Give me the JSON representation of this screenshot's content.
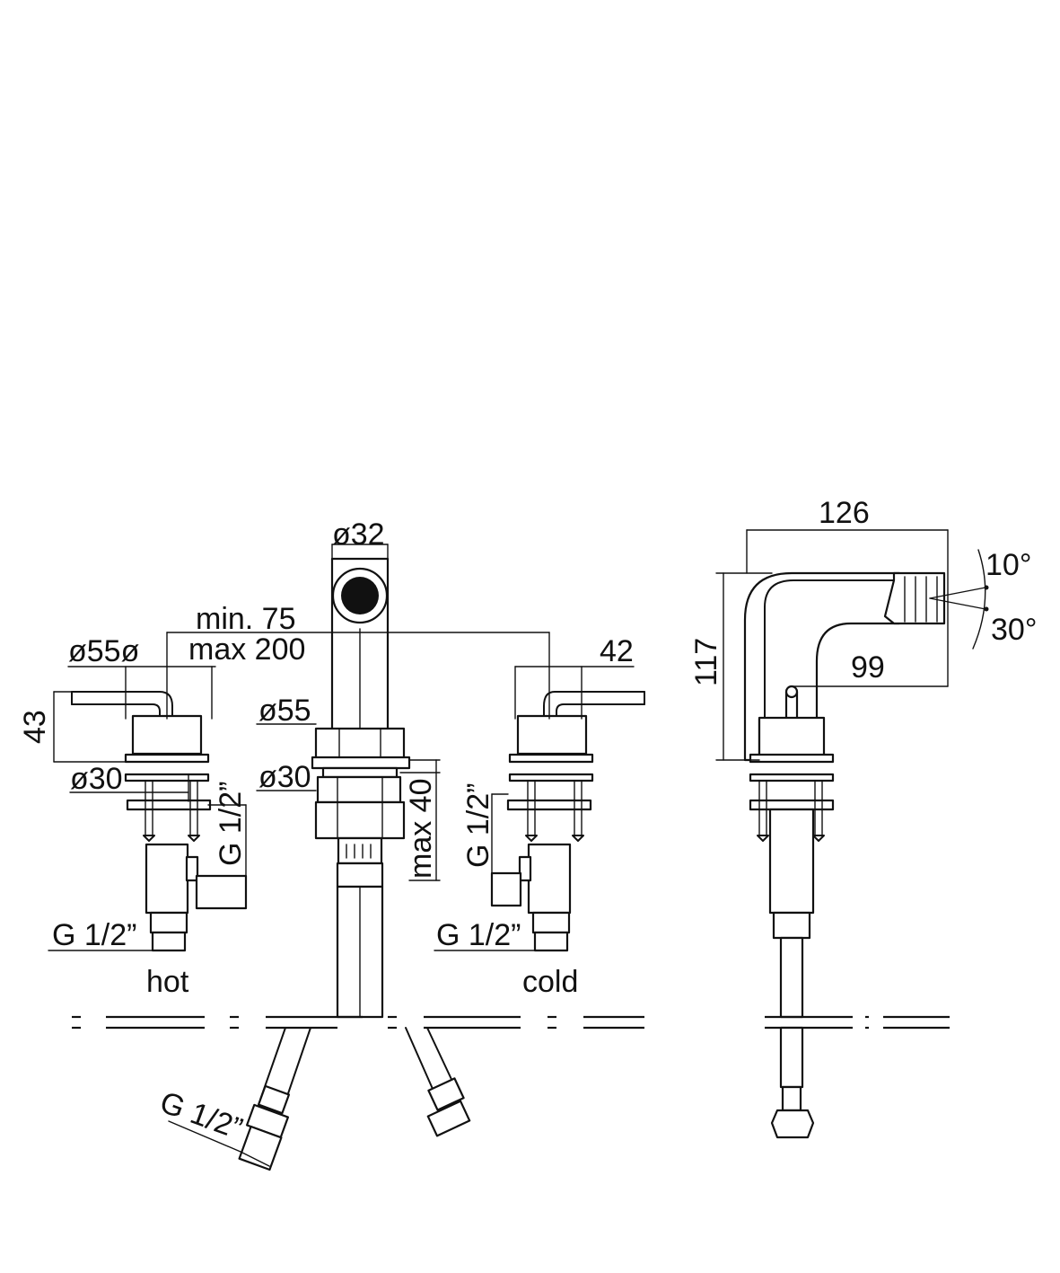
{
  "front_view": {
    "labels": {
      "spout_diameter": "ø32",
      "spacing_min": "min. 75",
      "spacing_max": "max 200",
      "handle_diameter": "ø55ø",
      "handle_height": "43",
      "handle_width": "42",
      "hot_shank_diameter": "ø30",
      "spout_flange_diameter": "ø55",
      "spout_shank_diameter": "ø30",
      "max_deck_thickness": "max 40",
      "hot_side_thread": "G 1/2”",
      "hot_bottom_thread": "G 1/2”",
      "cold_side_thread": "G 1/2”",
      "cold_bottom_thread": "G 1/2”",
      "hose_thread": "G 1/2”",
      "hot_label": "hot",
      "cold_label": "cold"
    }
  },
  "side_view": {
    "labels": {
      "total_length": "126",
      "total_height": "117",
      "spout_reach": "99",
      "tilt_up": "10°",
      "tilt_down": "30°"
    }
  }
}
